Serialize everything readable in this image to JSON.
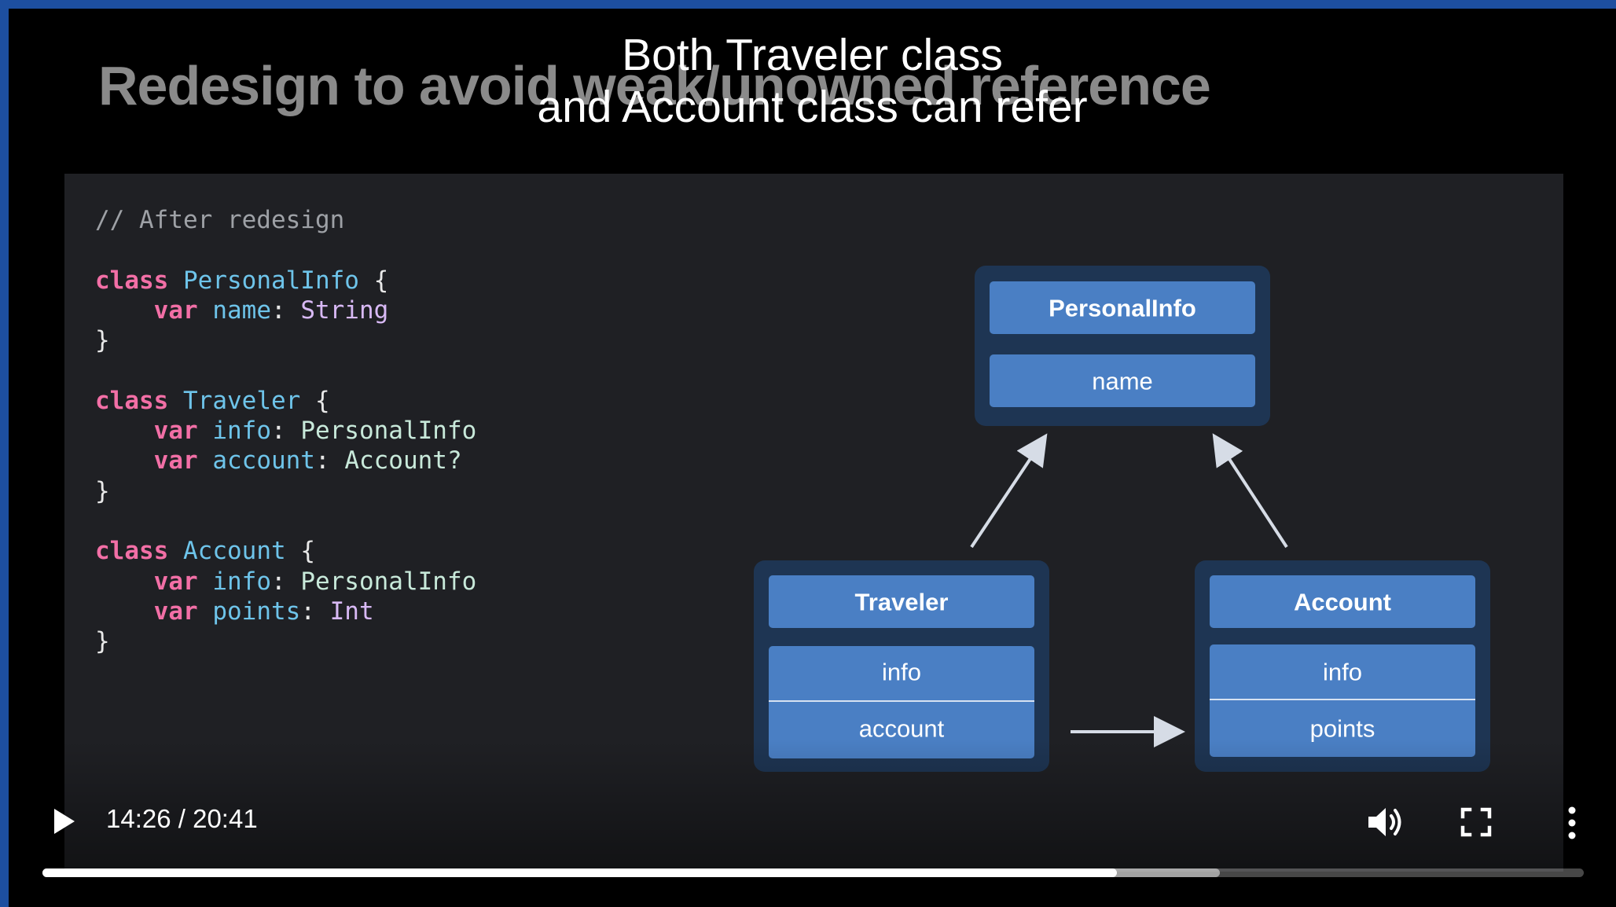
{
  "slide": {
    "title": "Redesign to avoid weak/unowned reference",
    "code": {
      "comment": "// After redesign",
      "kw_class": "class",
      "kw_var": "var",
      "personal_info": {
        "name": "PersonalInfo",
        "prop_name": "name",
        "type_string": "String"
      },
      "traveler": {
        "name": "Traveler",
        "prop_info": "info",
        "type_info": "PersonalInfo",
        "prop_account": "account",
        "type_account": "Account?"
      },
      "account": {
        "name": "Account",
        "prop_info": "info",
        "type_info": "PersonalInfo",
        "prop_points": "points",
        "type_points": "Int"
      }
    },
    "diagram": {
      "personal_info": {
        "header": "PersonalInfo",
        "fields": [
          "name"
        ]
      },
      "traveler": {
        "header": "Traveler",
        "fields": [
          "info",
          "account"
        ]
      },
      "account": {
        "header": "Account",
        "fields": [
          "info",
          "points"
        ]
      }
    }
  },
  "caption": {
    "line1": "Both Traveler class",
    "line2": "and Account class can refer"
  },
  "player": {
    "time_text": "14:26 / 20:41",
    "played_fraction": 0.697,
    "buffered_fraction": 0.764,
    "icons": {
      "play": "play-icon",
      "volume": "volume-icon",
      "fullscreen": "fullscreen-icon",
      "more": "more-vert-icon"
    }
  },
  "colors": {
    "frame": "#1d4fa0",
    "slide_bg": "#1f2024",
    "box_blue": "#4a7fc4",
    "container_navy": "#1e3553"
  }
}
